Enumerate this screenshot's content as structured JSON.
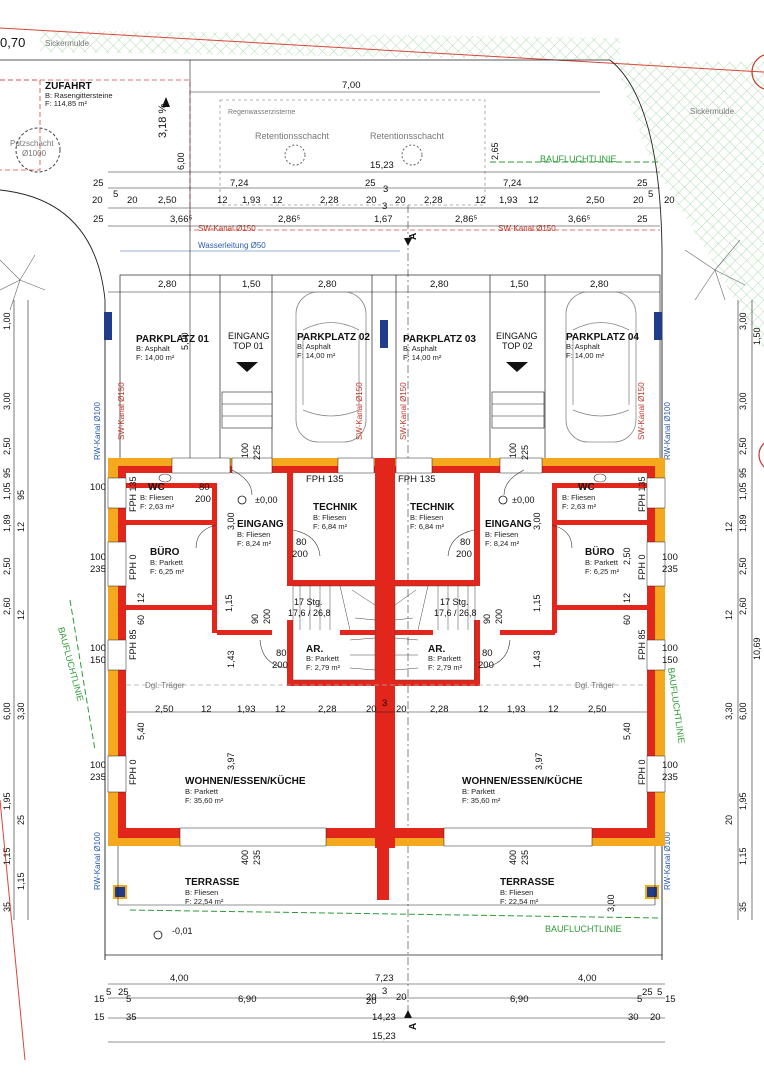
{
  "top_left_value": "0,70",
  "sickermulde_left": "Sickermulde",
  "sickermulde_right": "Sickermulde",
  "zufahrt": {
    "title": "ZUFAHRT",
    "material": "B: Rasengittersteine",
    "area": "F: 114,85 m²"
  },
  "putzschacht": {
    "title": "Putzschacht",
    "size": "Ø1000"
  },
  "slope": "3,18 %",
  "regenwasser": "Regenwasserzisterne",
  "retention1": "Retentionsschacht",
  "retention2": "Retentionsschacht",
  "baufluchtlinie": "BAUFLUCHTLINIE",
  "sw_kanal": "SW-Kanal Ø150",
  "wasserleitung": "Wasserleitung Ø50",
  "rw_kanal": "RW-Kanal Ø100",
  "section_marker": "A",
  "dgl_traeger": "Dgl. Träger",
  "level_zero": "±0,00",
  "level_minus": "-0,01",
  "stair_text": "17 Stg.",
  "stair_dims": "17,6 / 26,8",
  "top_dims": {
    "d700": "7,00",
    "d600": "6,00",
    "d265": "2,65",
    "d1523": "15,23",
    "row1": [
      "25",
      "7,24",
      "25",
      "3",
      "7,24",
      "25"
    ],
    "row2": [
      "20",
      "5",
      "20",
      "2,50",
      "12",
      "1,93",
      "12",
      "2,28",
      "20",
      "3",
      "20",
      "2,28",
      "12",
      "1,93",
      "12",
      "2,50",
      "20",
      "5",
      "20"
    ],
    "row3": [
      "25",
      "3,66⁵",
      "2,86⁵",
      "1,67",
      "2,86⁵",
      "3,66⁵",
      "25"
    ],
    "parking": [
      "2,80",
      "1,50",
      "2,80",
      "2,80",
      "1,50",
      "2,80"
    ],
    "d500": "5,00"
  },
  "inner_dims": [
    "2,50",
    "12",
    "1,93",
    "12",
    "2,28",
    "20",
    "3",
    "20",
    "2,28",
    "12",
    "1,93",
    "12",
    "2,50"
  ],
  "vertical_labels": {
    "d540": "5,40",
    "d397": "3,97",
    "d300": "3,00",
    "d115": "1,15",
    "d143": "1,43",
    "d12": "12",
    "d60": "60",
    "d250": "2,50"
  },
  "bottom_dims": {
    "row1": [
      "4,00",
      "7,23",
      "4,00"
    ],
    "row2": [
      "5",
      "25",
      "20",
      "3",
      "20",
      "25",
      "5"
    ],
    "row3": [
      "15",
      "5",
      "6,90",
      "20",
      "6,90",
      "5",
      "15"
    ],
    "row4": [
      "15",
      "35",
      "14,23",
      "30",
      "20"
    ],
    "total": "15,23"
  },
  "side_dims_left": [
    "1,00",
    "3,00",
    "2,50",
    "95",
    "1,05",
    "1,89",
    "2,50",
    "2,60",
    "12",
    "1,15",
    "6,00",
    "3,30",
    "1,95",
    "25",
    "1,15",
    "35"
  ],
  "side_dims_right": [
    "1,50",
    "3,00",
    "2,50",
    "95",
    "1,05",
    "1,89",
    "2,50",
    "2,60",
    "12",
    "6,00",
    "3,30",
    "1,95",
    "20",
    "1,15",
    "35"
  ],
  "right_edge_value": "10,69",
  "openings": [
    "100",
    "80",
    "200",
    "100",
    "235",
    "FPH 135",
    "FPH 0",
    "FPH 85",
    "150",
    "100",
    "225",
    "90",
    "200",
    "400",
    "235"
  ],
  "parking": [
    {
      "name": "PARKPLATZ 01",
      "material": "B: Asphalt",
      "area": "F: 14,00 m²"
    },
    {
      "name": "PARKPLATZ 02",
      "material": "B: Asphalt",
      "area": "F: 14,00 m²"
    },
    {
      "name": "PARKPLATZ 03",
      "material": "B: Asphalt",
      "area": "F: 14,00 m²"
    },
    {
      "name": "PARKPLATZ 04",
      "material": "B: Asphalt",
      "area": "F: 14,00 m²"
    }
  ],
  "entries": [
    {
      "line1": "EINGANG",
      "line2": "TOP 01"
    },
    {
      "line1": "EINGANG",
      "line2": "TOP 02"
    }
  ],
  "rooms_left": {
    "wc": {
      "name": "WC",
      "material": "B: Fliesen",
      "area": "F: 2,63 m²"
    },
    "buero": {
      "name": "BÜRO",
      "material": "B: Parkett",
      "area": "F: 6,25 m²"
    },
    "eingang": {
      "name": "EINGANG",
      "material": "B: Fliesen",
      "area": "F: 8,24 m²"
    },
    "technik": {
      "name": "TECHNIK",
      "material": "B: Fliesen",
      "area": "F: 6,84 m²"
    },
    "ar": {
      "name": "AR.",
      "material": "B: Parkett",
      "area": "F: 2,79 m²"
    },
    "wohnen": {
      "name": "WOHNEN/ESSEN/KÜCHE",
      "material": "B: Parkett",
      "area": "F: 35,60 m²"
    },
    "terrasse": {
      "name": "TERRASSE",
      "material": "B: Fliesen",
      "area": "F: 22,54 m²"
    }
  },
  "rooms_right": {
    "wc": {
      "name": "WC",
      "material": "B: Fliesen",
      "area": "F: 2,63 m²"
    },
    "buero": {
      "name": "BÜRO",
      "material": "B: Parkett",
      "area": "F: 6,25 m²"
    },
    "eingang": {
      "name": "EINGANG",
      "material": "B: Fliesen",
      "area": "F: 8,24 m²"
    },
    "technik": {
      "name": "TECHNIK",
      "material": "B: Fliesen",
      "area": "F: 6,84 m²"
    },
    "ar": {
      "name": "AR.",
      "material": "B: Parkett",
      "area": "F: 2,79 m²"
    },
    "wohnen": {
      "name": "WOHNEN/ESSEN/KÜCHE",
      "material": "B: Parkett",
      "area": "F: 35,60 m²"
    },
    "terrasse": {
      "name": "TERRASSE",
      "material": "B: Fliesen",
      "area": "F: 22,54 m²"
    }
  },
  "colors": {
    "wall_red": "#e3261b",
    "wall_yellow": "#f4a81d",
    "green_hatch": "#8fd18f",
    "blue_mark": "#1f3d8a"
  }
}
